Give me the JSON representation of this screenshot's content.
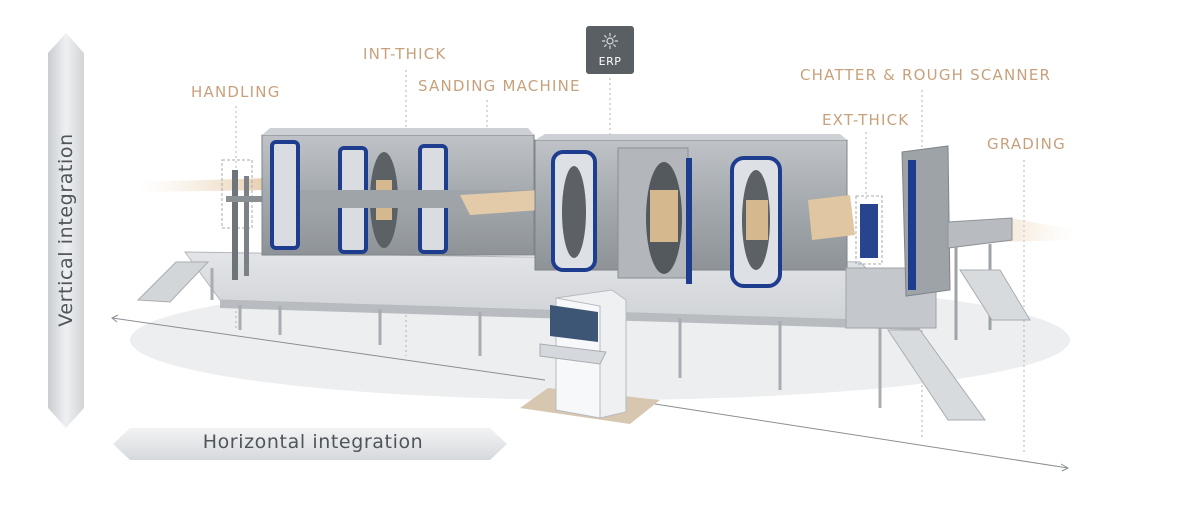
{
  "labels": {
    "handling": "HANDLING",
    "int_thick": "INT-THICK",
    "sanding_machine": "SANDING MACHINE",
    "erp": "ERP",
    "chatter_rough_scanner": "CHATTER & ROUGH SCANNER",
    "ext_thick": "EXT-THICK",
    "grading": "GRADING"
  },
  "integration": {
    "vertical": "Vertical integration",
    "horizontal": "Horizontal integration"
  },
  "colors": {
    "label": "#c8a17c",
    "axis_text": "#4f555a",
    "machine_gray": "#a7abb0",
    "accent_blue": "#1f3d8f",
    "erp_box": "#5a5f64"
  }
}
